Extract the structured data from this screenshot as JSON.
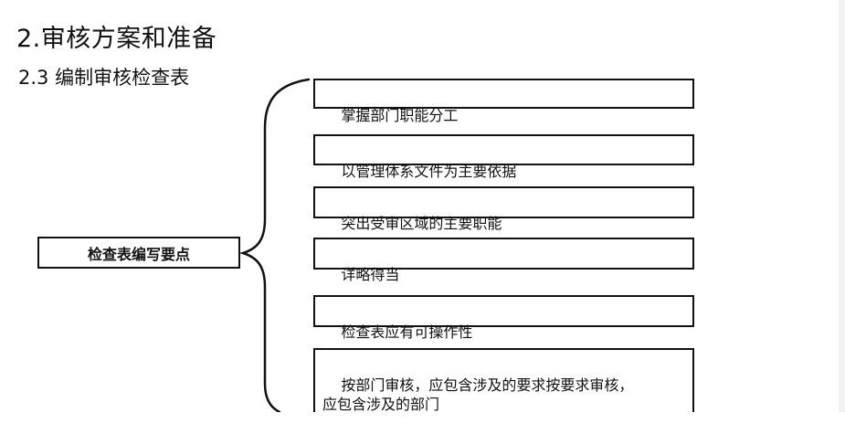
{
  "slide": {
    "title": "2.审核方案和准备",
    "subtitle": "2.3  编制审核检查表"
  },
  "main_topic": "检查表编写要点",
  "points": [
    "掌握部门职能分工",
    "以管理体系文件为主要依据",
    "突出受审区域的主要职能",
    "详略得当",
    "检查表应有可操作性",
    "按部门审核，应包含涉及的要求按要求审核，\n应包含涉及的部门"
  ]
}
